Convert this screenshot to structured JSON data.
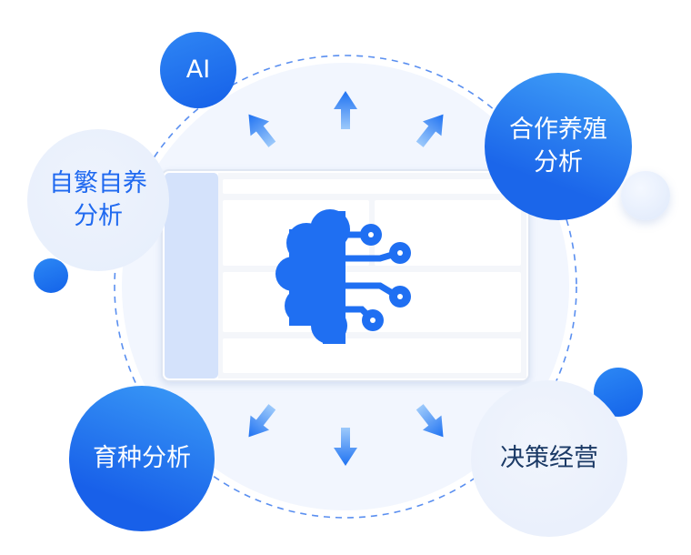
{
  "nodes": {
    "ai": "AI",
    "cooperative_breeding": [
      "合作养殖",
      "分析"
    ],
    "self_breeding": [
      "自繁自养",
      "分析"
    ],
    "breeding": "育种分析",
    "decision": "决策经营"
  },
  "icons": {
    "center": "ai-brain-icon",
    "arrows": "arrow-icon"
  },
  "colors": {
    "primary_blue": "#1f6ff2",
    "light_blue": "#3da0f8",
    "pale_bubble": "#e8effc",
    "ring_dash": "#5a8ff0",
    "halo": "#f2f6fe"
  }
}
